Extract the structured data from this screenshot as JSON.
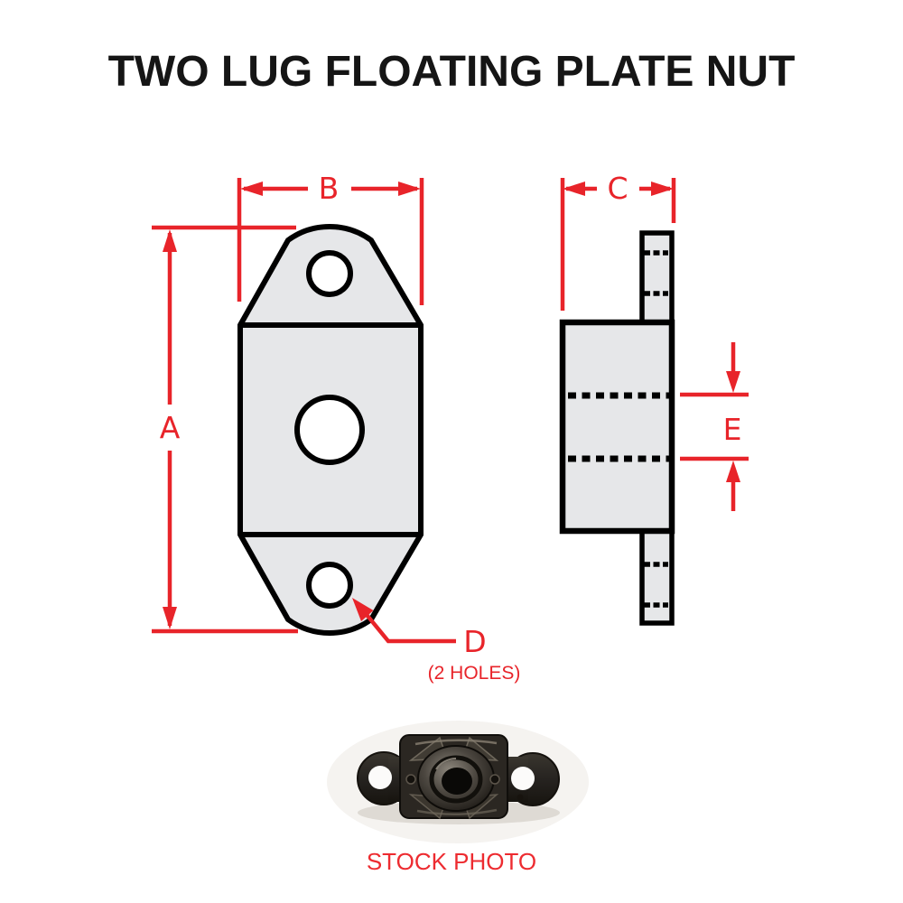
{
  "title": "TWO LUG FLOATING PLATE NUT",
  "labels": {
    "a": "A",
    "b": "B",
    "c": "C",
    "d": "D",
    "e": "E"
  },
  "notes": {
    "holes": "(2 HOLES)",
    "caption": "STOCK PHOTO"
  },
  "colors": {
    "dimension_red": "#e8242a",
    "plate_fill": "#e6e7e9",
    "outline_black": "#000000",
    "background": "#ffffff",
    "part_photo_dark": "#26231f"
  }
}
